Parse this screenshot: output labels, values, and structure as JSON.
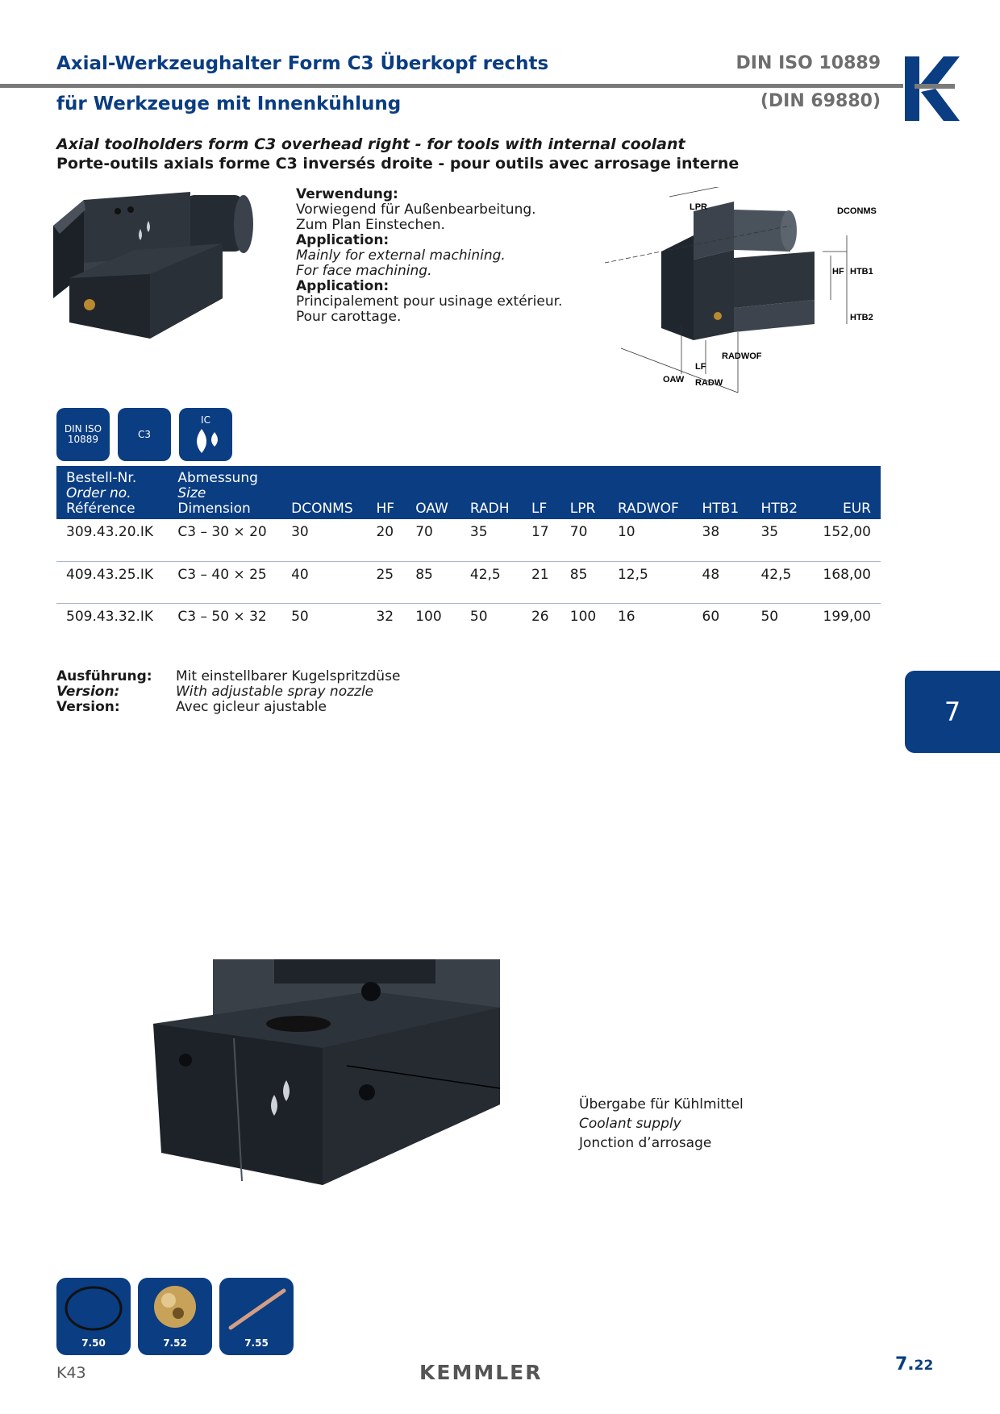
{
  "header": {
    "title_de": "Axial-Werkzeughalter Form C3 Überkopf rechts",
    "subtitle_de": "für Werkzeuge mit Innenkühlung",
    "standard": "DIN ISO 10889",
    "standard_alt": "(DIN 69880)"
  },
  "subtitle": {
    "en": "Axial toolholders form C3 overhead right - for tools with internal coolant",
    "fr": "Porte-outils axials forme C3 inversés droite - pour outils avec arrosage interne"
  },
  "usage": {
    "de_heading": "Verwendung:",
    "de_line1": "Vorwiegend für Außenbearbeitung.",
    "de_line2": "Zum Plan Einstechen.",
    "en_heading": "Application:",
    "en_line1": "Mainly for external machining.",
    "en_line2": "For face machining.",
    "fr_heading": "Application:",
    "fr_line1": "Principalement pour usinage extérieur.",
    "fr_line2": "Pour carottage."
  },
  "diagram_labels": {
    "lpr": "LPR",
    "dconms": "DCONMS",
    "hf": "HF",
    "htb1": "HTB1",
    "htb2": "HTB2",
    "radwof": "RADWOF",
    "lf": "LF",
    "oaw": "OAW",
    "radw": "RADW"
  },
  "badges": {
    "din_line1": "DIN ISO",
    "din_line2": "10889",
    "form": "C3",
    "ic": "IC"
  },
  "table": {
    "headers": {
      "order_de": "Bestell-Nr.",
      "order_en": "Order no.",
      "order_fr": "Référence",
      "size_de": "Abmessung",
      "size_en": "Size",
      "size_fr": "Dimension",
      "dconms": "DCONMS",
      "hf": "HF",
      "oaw": "OAW",
      "radh": "RADH",
      "lf": "LF",
      "lpr": "LPR",
      "radwof": "RADWOF",
      "htb1": "HTB1",
      "htb2": "HTB2",
      "eur": "EUR"
    },
    "rows": [
      {
        "order": "309.43.20.IK",
        "size": "C3 – 30 × 20",
        "dconms": "30",
        "hf": "20",
        "oaw": "70",
        "radh": "35",
        "lf": "17",
        "lpr": "70",
        "radwof": "10",
        "htb1": "38",
        "htb2": "35",
        "eur": "152,00"
      },
      {
        "order": "409.43.25.IK",
        "size": "C3 – 40 × 25",
        "dconms": "40",
        "hf": "25",
        "oaw": "85",
        "radh": "42,5",
        "lf": "21",
        "lpr": "85",
        "radwof": "12,5",
        "htb1": "48",
        "htb2": "42,5",
        "eur": "168,00"
      },
      {
        "order": "509.43.32.IK",
        "size": "C3 – 50 × 32",
        "dconms": "50",
        "hf": "32",
        "oaw": "100",
        "radh": "50",
        "lf": "26",
        "lpr": "100",
        "radwof": "16",
        "htb1": "60",
        "htb2": "50",
        "eur": "199,00"
      }
    ]
  },
  "execution": {
    "label_de": "Ausführung:",
    "label_en": "Version:",
    "label_fr": "Version:",
    "value_de": "Mit einstellbarer Kugelspritzdüse",
    "value_en": "With adjustable spray nozzle",
    "value_fr": "Avec gicleur ajustable"
  },
  "chapter": "7",
  "coolant": {
    "de": "Übergabe für Kühlmittel",
    "en": "Coolant supply",
    "fr": "Jonction d’arrosage"
  },
  "accessories": [
    "7.50",
    "7.52",
    "7.55"
  ],
  "footer": {
    "catalog": "K43",
    "brand": "KEMMLER",
    "page_major": "7.",
    "page_minor": "22"
  },
  "colors": {
    "brand_blue": "#0a3d82",
    "header_gray": "#7a7a7a"
  }
}
